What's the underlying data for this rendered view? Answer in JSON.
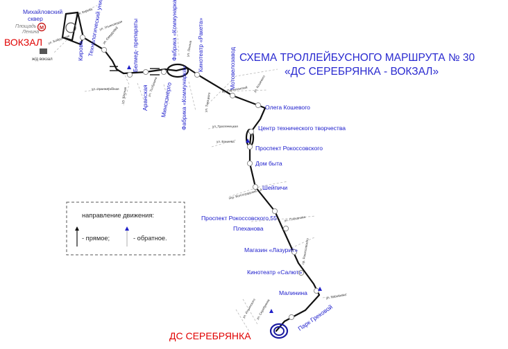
{
  "title": {
    "line1": "СХЕМА  ТРОЛЛЕЙБУСНОГО МАРШРУТА № 30",
    "line2": "«ДС СЕРЕБРЯНКА - ВОКЗАЛ»"
  },
  "terminals": {
    "start": "ВОКЗАЛ",
    "end": "ДС СЕРЕБРЯНКА"
  },
  "metro": {
    "station_line1": "Михайловский",
    "station_line2": "сквер",
    "square_line1": "Площадь",
    "square_line2": "Ленина",
    "railway_station": "ж/д вокзал"
  },
  "stops": [
    {
      "id": "kirova",
      "label": "Кирова"
    },
    {
      "id": "tech-univ",
      "label": "Технологический университет"
    },
    {
      "id": "belmed",
      "label": "Белмед- препараты"
    },
    {
      "id": "aranskaya",
      "label": "Аранская"
    },
    {
      "id": "minskenergo",
      "label": "Минскэнерго"
    },
    {
      "id": "kommunarka-1",
      "label": "Фабрика «Коммунарка»"
    },
    {
      "id": "kommunarka-2",
      "label": "Фабрика «Коммунарка»"
    },
    {
      "id": "raketa",
      "label": "Кинотеатр «Ракета»"
    },
    {
      "id": "motovelozavod",
      "label": "Мотовелозавод"
    },
    {
      "id": "koshevogo",
      "label": "Олега Кошевого"
    },
    {
      "id": "ctt",
      "label": "Центр технического творчества"
    },
    {
      "id": "rokossovskogo",
      "label": "Проспект Рокоссовского"
    },
    {
      "id": "dom-byta",
      "label": "Дом быта"
    },
    {
      "id": "sheipichi",
      "label": "Шейпичи"
    },
    {
      "id": "rokossovskogo-55",
      "label": "Проспект Рокоссовского,55"
    },
    {
      "id": "plekhanova",
      "label": "Плеханова"
    },
    {
      "id": "lazurit",
      "label": "Магазин «Лазурит»"
    },
    {
      "id": "salyut",
      "label": "Кинотеатр «Салют»"
    },
    {
      "id": "malinina",
      "label": "Малинина"
    },
    {
      "id": "park-grekovoi",
      "label": "Парк Грековой"
    }
  ],
  "streets": {
    "kirova": "ул. Кирова",
    "ulyanovskaya": "ул. Ульяновская",
    "sverdlova": "ул. Свердлова",
    "bobruiskaya": "ул. Бобруйская",
    "oranzhereinaya": "ул. Оранжерейная",
    "shornaya": "ул. Шорная",
    "tolbukhina": "ул. Толбухина",
    "lenina": "ул. Ленина",
    "partizanskaya": "пр. Партизанский",
    "koshevogo": "ул. Кошевого",
    "tikhaya": "ул. Тикоцкого",
    "trostenetskaya": "ул. Тростенецкая",
    "vaneeva": "ул. Ванеева",
    "volgogradskaya": "пер. Волгоградский 2-й",
    "plekhanova": "ул. Плеханова",
    "rokossovskogo": "пр. Рокоссовского",
    "malinina": "ул. Малинина",
    "ilyinskaya": "ул. Ильинского",
    "serebryanka": "ул. Серебрянка"
  },
  "legend": {
    "title": "направление движения:",
    "direct": "- прямое;",
    "reverse": "- обратное."
  },
  "colors": {
    "title": "#2a2ad0",
    "stop_label": "#1c1ccc",
    "terminal": "#e00000",
    "route": "#111111",
    "metro": "#c81e1e"
  }
}
